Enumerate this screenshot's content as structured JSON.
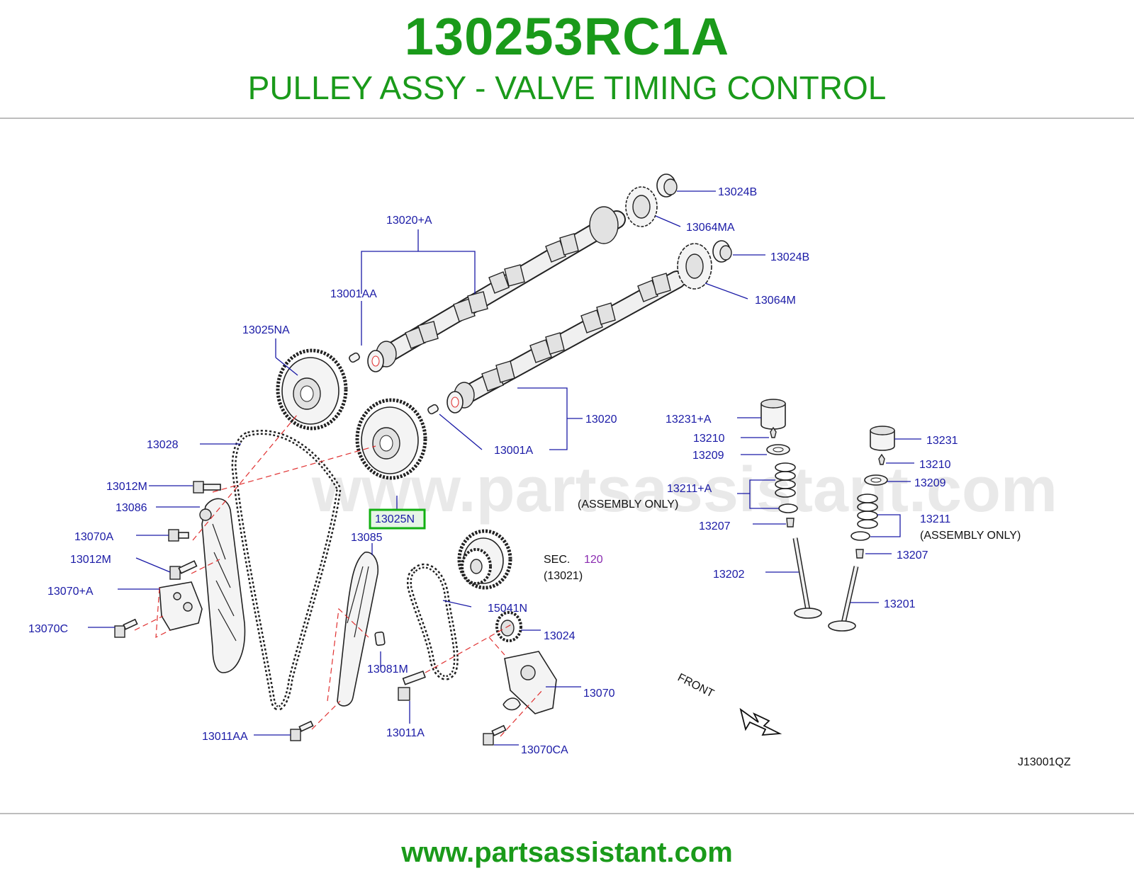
{
  "header": {
    "part_number": "130253RC1A",
    "part_name": "PULLEY ASSY - VALVE TIMING CONTROL"
  },
  "watermark": "www.partsassistant.com",
  "footer": {
    "url": "www.partsassistant.com"
  },
  "diagram": {
    "code": "J13001QZ",
    "front_label": "FRONT",
    "highlighted": "13025N",
    "labels": {
      "l13024B_top": "13024B",
      "l13064MA": "13064MA",
      "l13024B_mid": "13024B",
      "l13064M": "13064M",
      "l13020A": "13020+A",
      "l13001AA": "13001AA",
      "l13025NA": "13025NA",
      "l13020": "13020",
      "l13001A": "13001A",
      "l13028": "13028",
      "l13012M_top": "13012M",
      "l13086": "13086",
      "l13025N": "13025N",
      "l13070A": "13070A",
      "l13085": "13085",
      "l13012M_bot": "13012M",
      "l13070_A": "13070+A",
      "l13070C": "13070C",
      "l_sec": "SEC.",
      "l_sec_num": "120",
      "l13021": "(13021)",
      "l15041N": "15041N",
      "l13024": "13024",
      "l13081M": "13081M",
      "l13070": "13070",
      "l13011AA": "13011AA",
      "l13011A": "13011A",
      "l13070CA": "13070CA",
      "l13231A": "13231+A",
      "l13210_a": "13210",
      "l13209_a": "13209",
      "l13211A": "13211+A",
      "l_assy_a": "(ASSEMBLY   ONLY)",
      "l13207_a": "13207",
      "l13202": "13202",
      "l13231": "13231",
      "l13210_b": "13210",
      "l13209_b": "13209",
      "l13211": "13211",
      "l_assy_b": "(ASSEMBLY   ONLY)",
      "l13207_b": "13207",
      "l13201": "13201"
    }
  }
}
